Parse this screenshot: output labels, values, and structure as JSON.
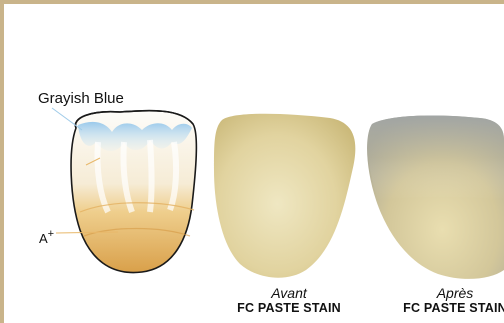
{
  "labels": {
    "grayish_blue": "Grayish Blue",
    "a_plus_base": "A",
    "a_plus_sup": "+"
  },
  "captions": {
    "avant": {
      "line1": "Avant",
      "line2": "FC PASTE STAIN"
    },
    "apres": {
      "line1": "Après",
      "line2": "FC PASTE STAIN"
    }
  },
  "colors": {
    "frame_border": "#c9b48a",
    "tooth_natural": "#e3d6a2",
    "tooth_apres_gray": "#b9b9ae",
    "stain_blue": "#a9d2ee",
    "stain_yellow": "#e6b55e"
  }
}
